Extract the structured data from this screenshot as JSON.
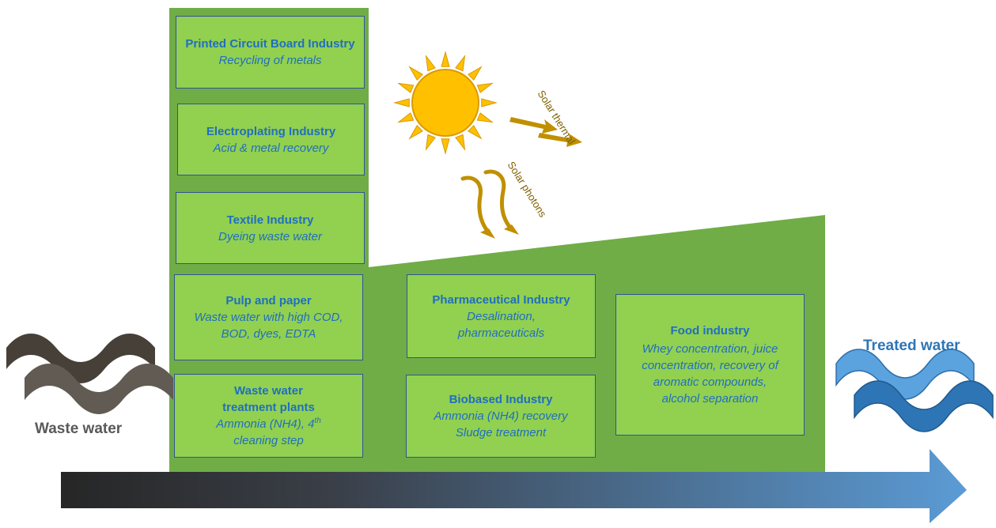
{
  "colors": {
    "panel": "#70ad47",
    "box_fill": "#92d050",
    "box_border": "#2f5597",
    "box_text": "#1f6fc0",
    "waste_wave": "#595959",
    "treated_wave": "#2e75b6",
    "sun": "#ffc000",
    "arrow_start": "#262626",
    "arrow_end": "#5b9bd5"
  },
  "industries": [
    {
      "title": "Printed Circuit Board Industry",
      "desc": "Recycling of metals"
    },
    {
      "title": "Electroplating Industry",
      "desc": "Acid & metal recovery"
    },
    {
      "title": "Textile Industry",
      "desc": "Dyeing waste water"
    },
    {
      "title": "Pulp and paper",
      "desc": "Waste water with high COD, BOD, dyes, EDTA"
    },
    {
      "title": "Waste water treatment plants",
      "desc_pre": "Ammonia (NH4), 4",
      "desc_sup": "th",
      "desc_post": " cleaning step"
    },
    {
      "title": "Pharmaceutical Industry",
      "desc": "Desalination, pharmaceuticals"
    },
    {
      "title": "Biobased Industry",
      "desc": "Ammonia (NH4) recovery Sludge treatment"
    },
    {
      "title": "Food industry",
      "desc": "Whey concentration, juice concentration, recovery of aromatic compounds, alcohol separation"
    }
  ],
  "labels": {
    "waste_water": "Waste water",
    "treated_water": "Treated water",
    "solar_thermal": "Solar thermal",
    "solar_photons": "Solar photons"
  },
  "icons": {
    "sun": "sun-icon",
    "waste_wave": "waste-water-wave-icon",
    "treated_wave": "treated-water-wave-icon",
    "process_arrow": "process-arrow-icon"
  }
}
